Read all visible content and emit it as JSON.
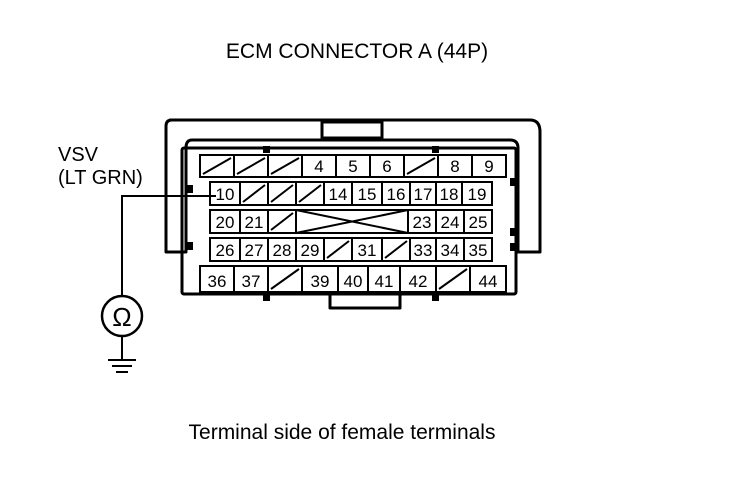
{
  "title": "ECM CONNECTOR A (44P)",
  "caption": "Terminal side of female terminals",
  "wire": {
    "line1": "VSV",
    "line2": "(LT GRN)"
  },
  "meter_symbol": "Ω",
  "connector": {
    "rows": [
      [
        {
          "label": "",
          "empty": true
        },
        {
          "label": "",
          "empty": true
        },
        {
          "label": "",
          "empty": true
        },
        {
          "label": "4"
        },
        {
          "label": "5"
        },
        {
          "label": "6"
        },
        {
          "label": "",
          "empty": true
        },
        {
          "label": "8"
        },
        {
          "label": "9"
        }
      ],
      [
        {
          "label": "10"
        },
        {
          "label": "",
          "empty": true
        },
        {
          "label": "",
          "empty": true
        },
        {
          "label": "",
          "empty": true
        },
        {
          "label": "14"
        },
        {
          "label": "15"
        },
        {
          "label": "16"
        },
        {
          "label": "17"
        },
        {
          "label": "18"
        },
        {
          "label": "19"
        }
      ],
      [
        {
          "label": "20"
        },
        {
          "label": "21"
        },
        {
          "label": "",
          "empty": true
        },
        {
          "label": "",
          "blocked": true
        },
        {
          "label": "23"
        },
        {
          "label": "24"
        },
        {
          "label": "25"
        }
      ],
      [
        {
          "label": "26"
        },
        {
          "label": "27"
        },
        {
          "label": "28"
        },
        {
          "label": "29"
        },
        {
          "label": "",
          "empty": true
        },
        {
          "label": "31"
        },
        {
          "label": "",
          "empty": true
        },
        {
          "label": "33"
        },
        {
          "label": "34"
        },
        {
          "label": "35"
        }
      ],
      [
        {
          "label": "36"
        },
        {
          "label": "37"
        },
        {
          "label": "",
          "empty": true
        },
        {
          "label": "39"
        },
        {
          "label": "40"
        },
        {
          "label": "41"
        },
        {
          "label": "42"
        },
        {
          "label": "",
          "empty": true
        },
        {
          "label": "44"
        }
      ]
    ]
  }
}
